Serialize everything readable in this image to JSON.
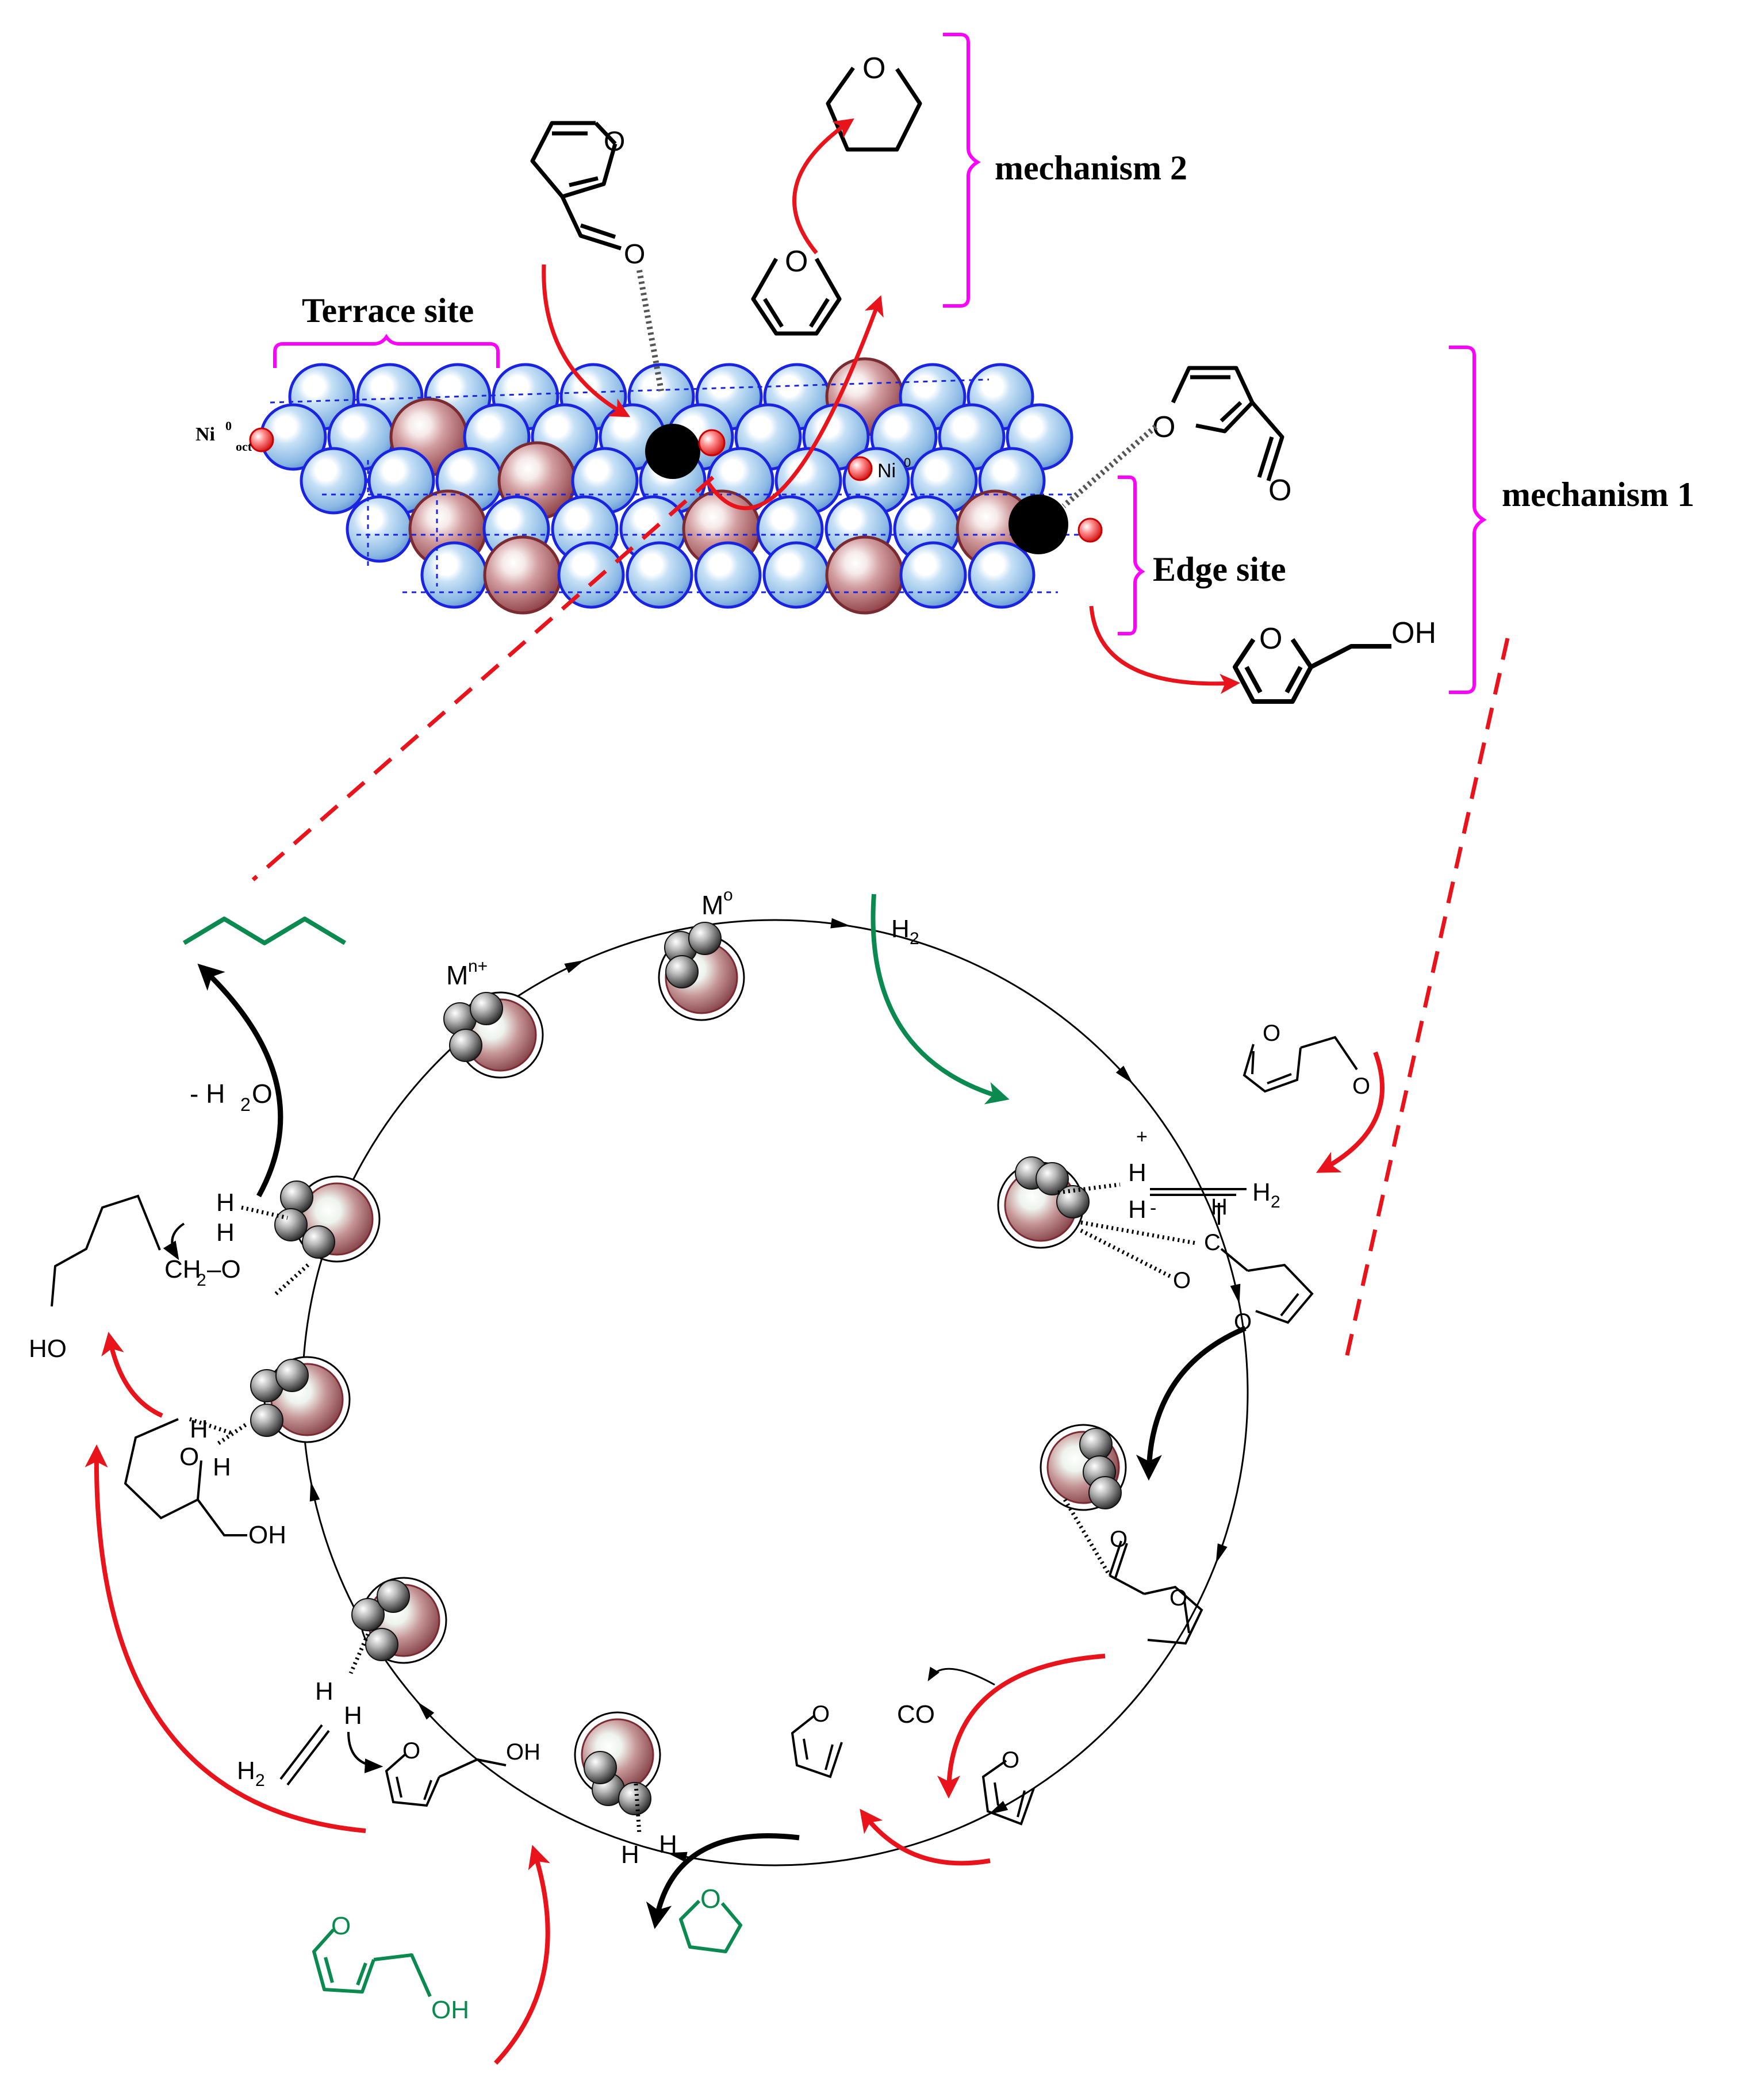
{
  "labels": {
    "terrace_site": "Terrace site",
    "edge_site": "Edge site",
    "mechanism_1": "mechanism 1",
    "mechanism_2": "mechanism 2",
    "ni_oct": "Ni",
    "ni_oct_sup": "0",
    "ni_oct_sub": "oct",
    "ni_tet": "Ni",
    "ni_tet_sup": "0",
    "h2_in": "H",
    "h2_in_sub": "2",
    "m_zero": "M",
    "m_zero_sup": "o",
    "m_nplus": "M",
    "m_nplus_sup": "n+",
    "minus_h2o": "- H",
    "minus_h2o_sub": "2",
    "minus_h2o_end": "O",
    "co": "CO",
    "h2_right": "H",
    "h2_right_sub": "2",
    "h2_bottom": "H",
    "h2_bottom_sub": "2",
    "plus": "+",
    "minus": "-",
    "h": "H",
    "c": "C",
    "o": "O",
    "oh": "OH",
    "ho": "HO",
    "ch2o": "CH",
    "ch2o_sub": "2",
    "ch2o_end": "–O"
  },
  "colors": {
    "red_arrow": "#e8131b",
    "green": "#0b8a4f",
    "magenta": "#ff00ff",
    "blue_atom": "#9cc6ec",
    "blue_rim": "#1a24e0",
    "red_atom": "#c07e82",
    "black": "#000000"
  },
  "icons": [
    "furfural-molecule",
    "furan-molecule",
    "thf-molecule",
    "furfuryl-alcohol-molecule",
    "thfa-molecule",
    "pentane-chain",
    "catalyst-particle",
    "ni-surface"
  ]
}
